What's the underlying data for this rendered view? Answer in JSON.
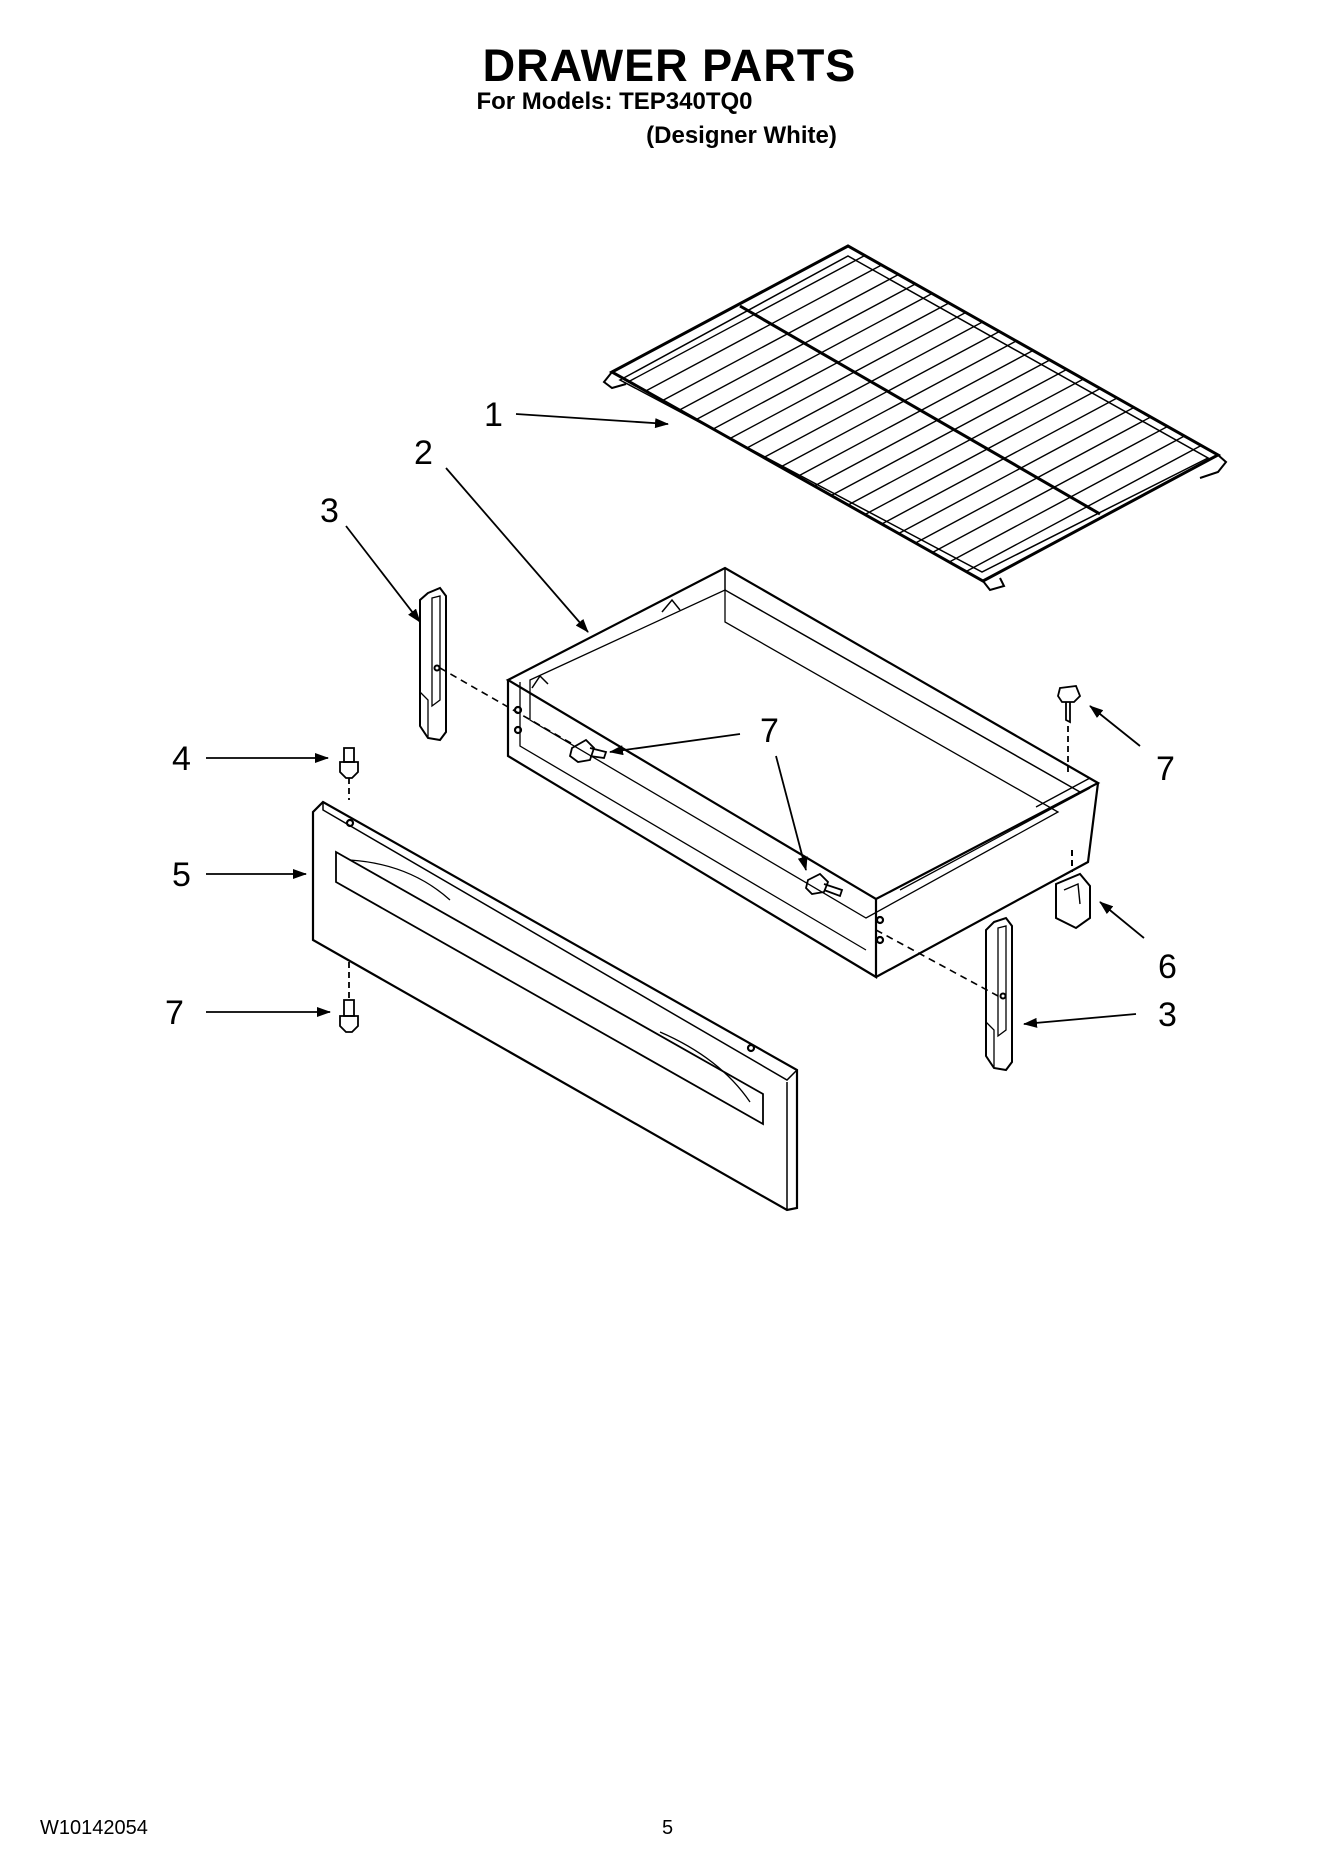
{
  "header": {
    "title": "DRAWER PARTS",
    "models_line": "For Models: TEP340TQ0",
    "color_line": "(Designer White)"
  },
  "callouts": {
    "rack": "1",
    "drawer": "2",
    "glide_left": "3",
    "glide_right": "3",
    "stud": "4",
    "front_panel": "5",
    "clip": "6",
    "screw_top_right": "7",
    "screw_center": "7",
    "screw_bottom_left": "7"
  },
  "footer": {
    "doc_number": "W10142054",
    "page_number": "5"
  }
}
